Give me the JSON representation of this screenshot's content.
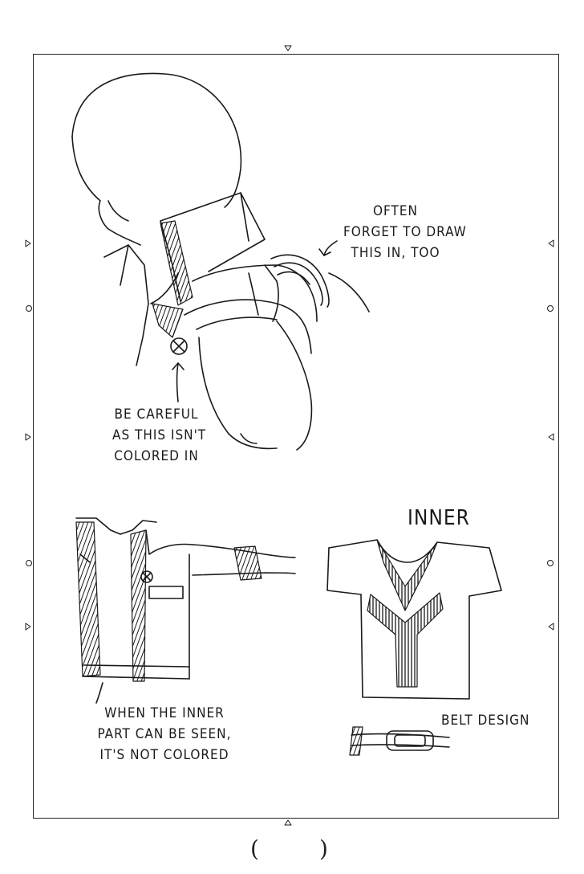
{
  "notes": {
    "often": [
      "OFTEN",
      "FORGET TO DRAW",
      "THIS IN, TOO"
    ],
    "careful": [
      "BE CAREFUL",
      "AS THIS ISN'T",
      "COLORED IN"
    ],
    "inner_heading": "INNER",
    "inner_part": [
      "WHEN THE INNER",
      "PART CAN BE SEEN,",
      "IT'S NOT COLORED"
    ],
    "belt": "BELT DESIGN"
  },
  "page_marks": {
    "open_paren": "(",
    "close_paren": ")"
  },
  "icons": [
    "registration-triangle-icon",
    "registration-circle-icon"
  ],
  "colors": {
    "ink": "#1a1a1a",
    "paper": "#ffffff"
  }
}
